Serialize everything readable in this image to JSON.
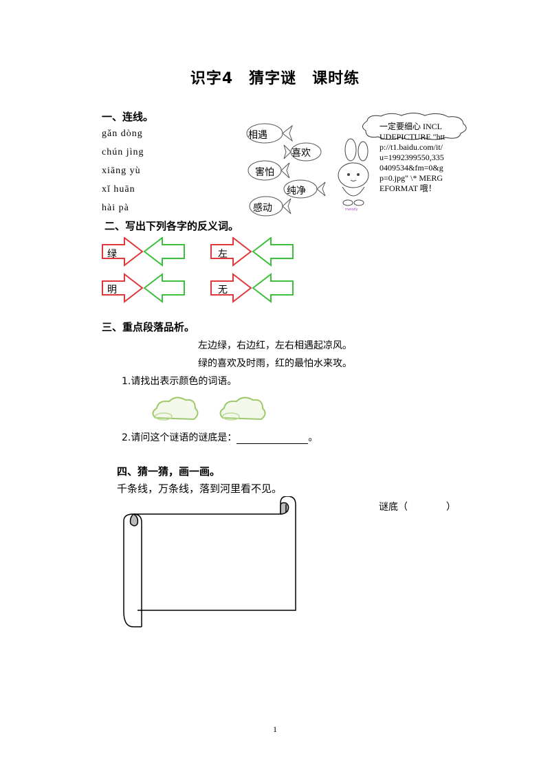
{
  "title": "识字4　猜字谜　课时练",
  "section1": {
    "heading": "一、连线。",
    "pinyin": [
      "gǎn  dòng",
      "chún  jìng",
      "xiāng  yù",
      "xǐ  huān",
      "hài  pà"
    ],
    "words": [
      "相遇",
      "喜欢",
      "害怕",
      "纯净",
      "感动"
    ],
    "bubble_text": "一定要细心 INCLUDEPICTURE \"http://t1.baidu.com/it/u=1992399550,3350409534&fm=0&gp=0.jpg\" \\* MERGEFORMAT 哦！"
  },
  "section2": {
    "heading": "二、写出下列各字的反义词。",
    "chars": [
      "绿",
      "左",
      "明",
      "无"
    ]
  },
  "section3": {
    "heading": "三、重点段落品析。",
    "lines": [
      "左边绿，右边红，左右相遇起凉风。",
      "绿的喜欢及时雨，红的最怕水来攻。"
    ],
    "q1": "1.请找出表示颜色的词语。",
    "q2_prefix": "2.请问这个谜语的谜底是：",
    "q2_suffix": "。"
  },
  "section4": {
    "heading": "四、猜一猜，画一画。",
    "riddle": "千条线，万条线，落到河里看不见。",
    "answer_label": "谜底（　　　　）"
  },
  "page_number": "1",
  "colors": {
    "red_arrow": "#e0383a",
    "green_arrow": "#3cbf3c",
    "cloud": "#9cc96a"
  }
}
